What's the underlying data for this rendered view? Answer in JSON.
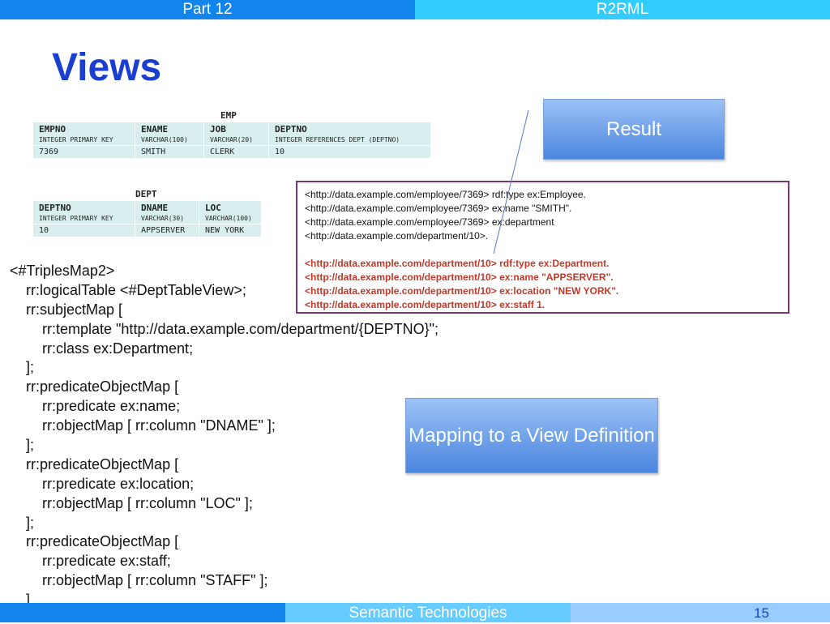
{
  "header": {
    "left": "Part 12",
    "right": "R2RML"
  },
  "title": "Views",
  "emp": {
    "name": "EMP",
    "columns": [
      {
        "name": "EMPNO",
        "type": "INTEGER PRIMARY KEY"
      },
      {
        "name": "ENAME",
        "type": "VARCHAR(100)"
      },
      {
        "name": "JOB",
        "type": "VARCHAR(20)"
      },
      {
        "name": "DEPTNO",
        "type": "INTEGER REFERENCES DEPT (DEPTNO)"
      }
    ],
    "row": [
      "7369",
      "SMITH",
      "CLERK",
      "10"
    ]
  },
  "dept": {
    "name": "DEPT",
    "columns": [
      {
        "name": "DEPTNO",
        "type": "INTEGER PRIMARY KEY"
      },
      {
        "name": "DNAME",
        "type": "VARCHAR(30)"
      },
      {
        "name": "LOC",
        "type": "VARCHAR(100)"
      }
    ],
    "row": [
      "10",
      "APPSERVER",
      "NEW YORK"
    ]
  },
  "code": [
    "<#TriplesMap2>",
    "    rr:logicalTable <#DeptTableView>;",
    "    rr:subjectMap [",
    "        rr:template \"http://data.example.com/department/{DEPTNO}\";",
    "        rr:class ex:Department;",
    "    ];",
    "    rr:predicateObjectMap [",
    "        rr:predicate ex:name;",
    "        rr:objectMap [ rr:column \"DNAME\" ];",
    "    ];",
    "    rr:predicateObjectMap [",
    "        rr:predicate ex:location;",
    "        rr:objectMap [ rr:column \"LOC\" ];",
    "    ];",
    "    rr:predicateObjectMap [",
    "        rr:predicate ex:staff;",
    "        rr:objectMap [ rr:column \"STAFF\" ];",
    "    ]."
  ],
  "result_button": "Result",
  "result_lines": [
    "<http://data.example.com/employee/7369> rdf:type ex:Employee.",
    "<http://data.example.com/employee/7369> ex:name \"SMITH\".",
    "<http://data.example.com/employee/7369> ex:department",
    "<http://data.example.com/department/10>."
  ],
  "result_red_lines": [
    "<http://data.example.com/department/10> rdf:type ex:Department.",
    "<http://data.example.com/department/10> ex:name \"APPSERVER\".",
    "<http://data.example.com/department/10> ex:location \"NEW YORK\".",
    "<http://data.example.com/department/10> ex:staff 1."
  ],
  "mapping_button": "Mapping to a View Definition",
  "footer": {
    "center": "Semantic Technologies",
    "page": "15"
  },
  "colors": {
    "accent_blue": "#1185ec",
    "cyan": "#33ccff",
    "title_blue": "#1a3fd0",
    "red_triples": "#c0392b",
    "box_border": "#7b3570"
  }
}
